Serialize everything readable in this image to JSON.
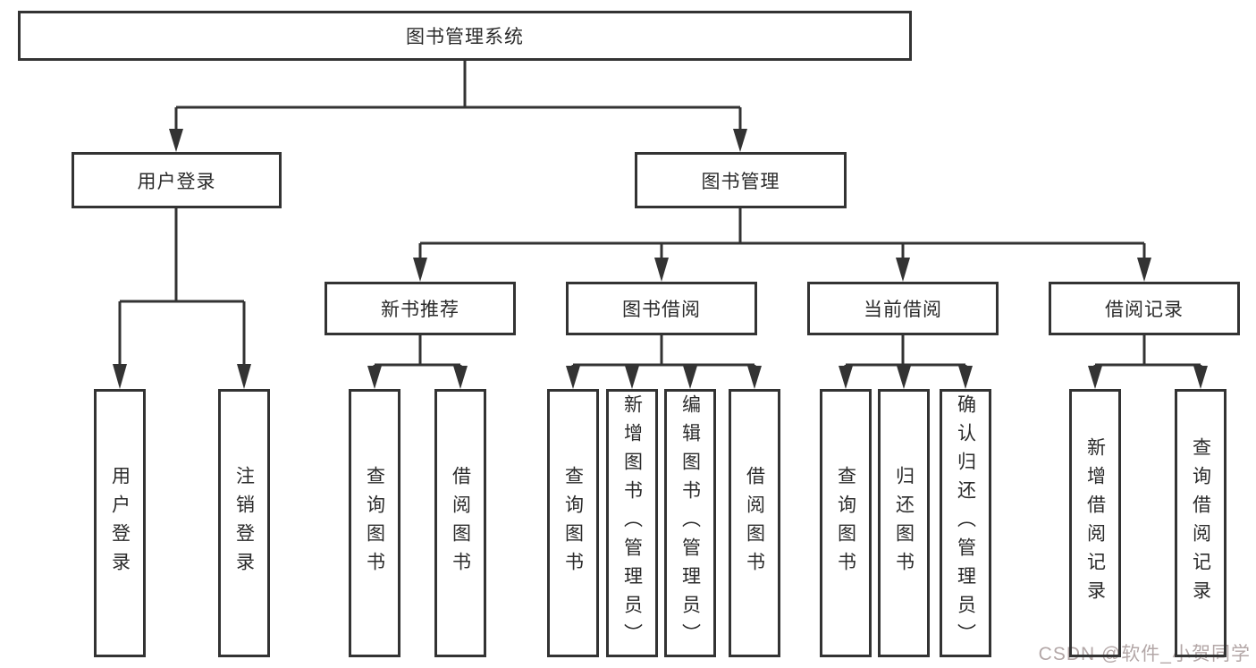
{
  "diagram_title": "图书管理系统",
  "colors": {
    "line": "#333333",
    "box_border": "#333333",
    "text": "#2b2b2b",
    "background": "#ffffff",
    "watermark": "#b3a7a7"
  },
  "tree": {
    "label": "图书管理系统",
    "children": [
      {
        "label": "用户登录",
        "children": [
          {
            "label": "用户登录"
          },
          {
            "label": "注销登录"
          }
        ]
      },
      {
        "label": "图书管理",
        "children": [
          {
            "label": "新书推荐",
            "children": [
              {
                "label": "查询图书"
              },
              {
                "label": "借阅图书"
              }
            ]
          },
          {
            "label": "图书借阅",
            "children": [
              {
                "label": "查询图书"
              },
              {
                "label": "新增图书（管理员）"
              },
              {
                "label": "编辑图书（管理员）"
              },
              {
                "label": "借阅图书"
              }
            ]
          },
          {
            "label": "当前借阅",
            "children": [
              {
                "label": "查询图书"
              },
              {
                "label": "归还图书"
              },
              {
                "label": "确认归还（管理员）"
              }
            ]
          },
          {
            "label": "借阅记录",
            "children": [
              {
                "label": "新增借阅记录"
              },
              {
                "label": "查询借阅记录"
              }
            ]
          }
        ]
      }
    ]
  },
  "watermark": {
    "text": "CSDN @软件_小贺同学"
  }
}
